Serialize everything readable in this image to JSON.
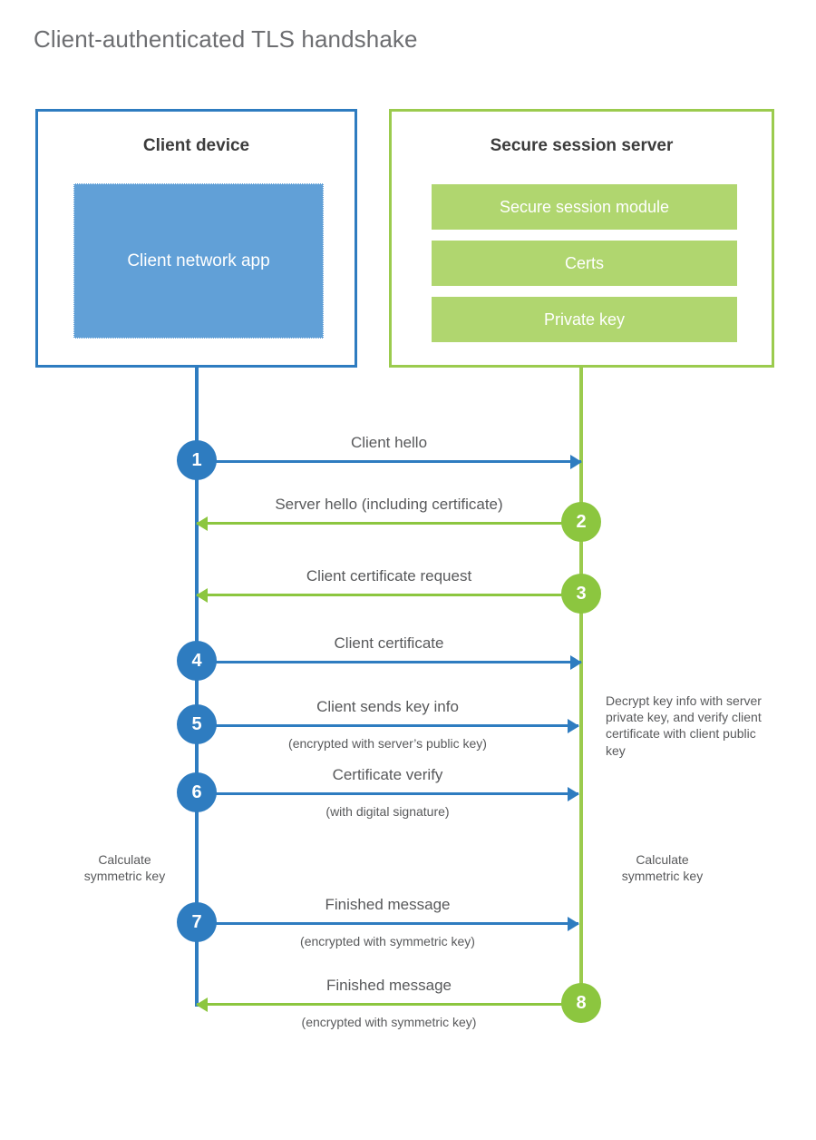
{
  "title": "Client-authenticated TLS handshake",
  "colors": {
    "client_blue": "#2e7cc0",
    "client_app_fill": "#61a0d7",
    "server_green": "#9bcb4e",
    "server_bar_fill": "#b0d66f",
    "arrow_green": "#8cc63f",
    "text": "#58595b",
    "title_text": "#6d6e71"
  },
  "client": {
    "title": "Client device",
    "app_label": "Client network app"
  },
  "server": {
    "title": "Secure session server",
    "components": [
      {
        "label": "Secure session module"
      },
      {
        "label": "Certs"
      },
      {
        "label": "Private key"
      }
    ]
  },
  "messages": [
    {
      "step": "1",
      "label": "Client hello",
      "sublabel": "",
      "direction": "to-server",
      "origin": "client"
    },
    {
      "step": "2",
      "label": "Server hello (including certificate)",
      "sublabel": "",
      "direction": "to-client",
      "origin": "server"
    },
    {
      "step": "3",
      "label": "Client certificate request",
      "sublabel": "",
      "direction": "to-client",
      "origin": "server"
    },
    {
      "step": "4",
      "label": "Client certificate",
      "sublabel": "",
      "direction": "to-server",
      "origin": "client"
    },
    {
      "step": "5",
      "label": "Client sends key info",
      "sublabel": "(encrypted with server’s public key)",
      "direction": "to-server",
      "origin": "client"
    },
    {
      "step": "6",
      "label": "Certificate verify",
      "sublabel": "(with digital signature)",
      "direction": "to-server",
      "origin": "client"
    },
    {
      "step": "7",
      "label": "Finished message",
      "sublabel": "(encrypted with symmetric key)",
      "direction": "to-server",
      "origin": "client"
    },
    {
      "step": "8",
      "label": "Finished message",
      "sublabel": "(encrypted with symmetric key)",
      "direction": "to-client",
      "origin": "server"
    }
  ],
  "notes": {
    "server_decrypt": "Decrypt key info with server private key, and verify client certificate with client public key",
    "client_calc": "Calculate symmetric key",
    "server_calc": "Calculate symmetric key"
  }
}
